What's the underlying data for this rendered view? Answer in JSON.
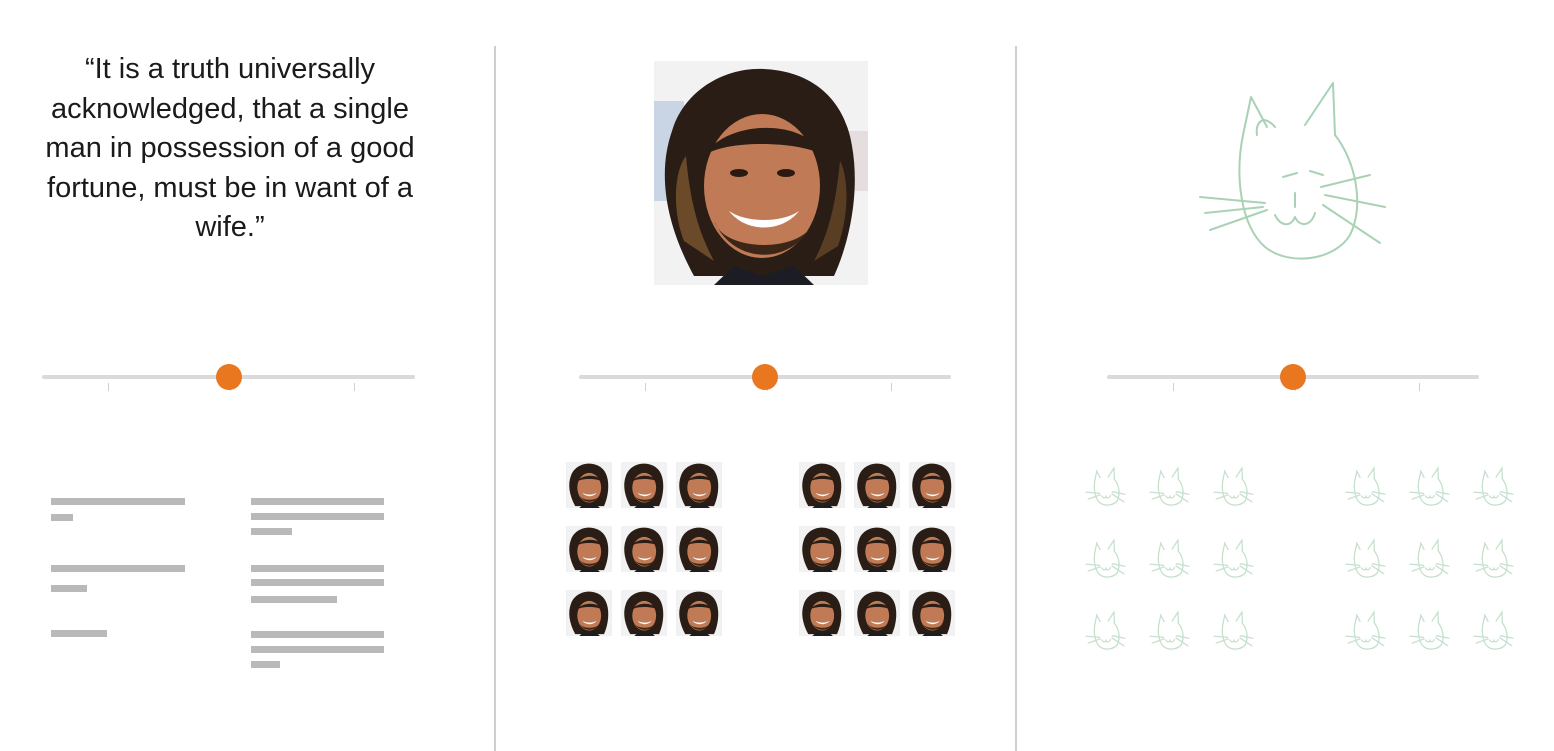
{
  "quote": {
    "text": "“It is a truth universally acknowledged, that a single man in possession of a good fortune, must be in want of a wife.”"
  },
  "sliders": [
    {
      "panel": "text",
      "value_fraction": 0.5
    },
    {
      "panel": "faces",
      "value_fraction": 0.5
    },
    {
      "panel": "sketches",
      "value_fraction": 0.5
    }
  ],
  "colors": {
    "slider_thumb": "#e8771f",
    "slider_track": "#dadada",
    "divider": "#cfcfcf",
    "text_placeholder": "#b9b9b9",
    "sketch_stroke": "#9cc9a8"
  },
  "icons": {
    "face": "face-photo-icon",
    "cat": "cat-sketch-icon"
  }
}
